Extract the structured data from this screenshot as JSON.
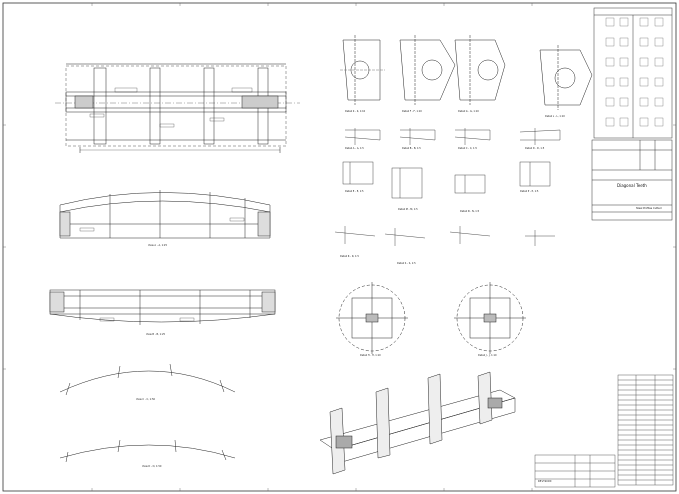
{
  "sheet": {
    "title_block": {
      "drawing_name": "Diagonal Teeth",
      "sub_label": "Steel Profiles Cutted",
      "stamp": "REVISION"
    }
  },
  "view_labels": [
    "Detail K - K, 1:10",
    "Detail F - F, 1:10",
    "Detail G - G, 1:10",
    "Detail L - L, 1:10",
    "Detail A - A, 1:5",
    "Detail B - B, 1:5",
    "Detail C - C, 1:5",
    "Detail D - D, 1:5",
    "Detail E - E, 1:5",
    "Detail M - M, 1:5",
    "Detail N - N, 1:5",
    "Detail P - P, 1:5",
    "Detail R - R, 1:5",
    "Detail S - S, 1:5",
    "Detail H - H, 1:10",
    "Detail J - J, 1:10",
    "View A - A, 1:25",
    "View B - B, 1:25",
    "View C - C, 1:50",
    "View D - D, 1:50"
  ]
}
